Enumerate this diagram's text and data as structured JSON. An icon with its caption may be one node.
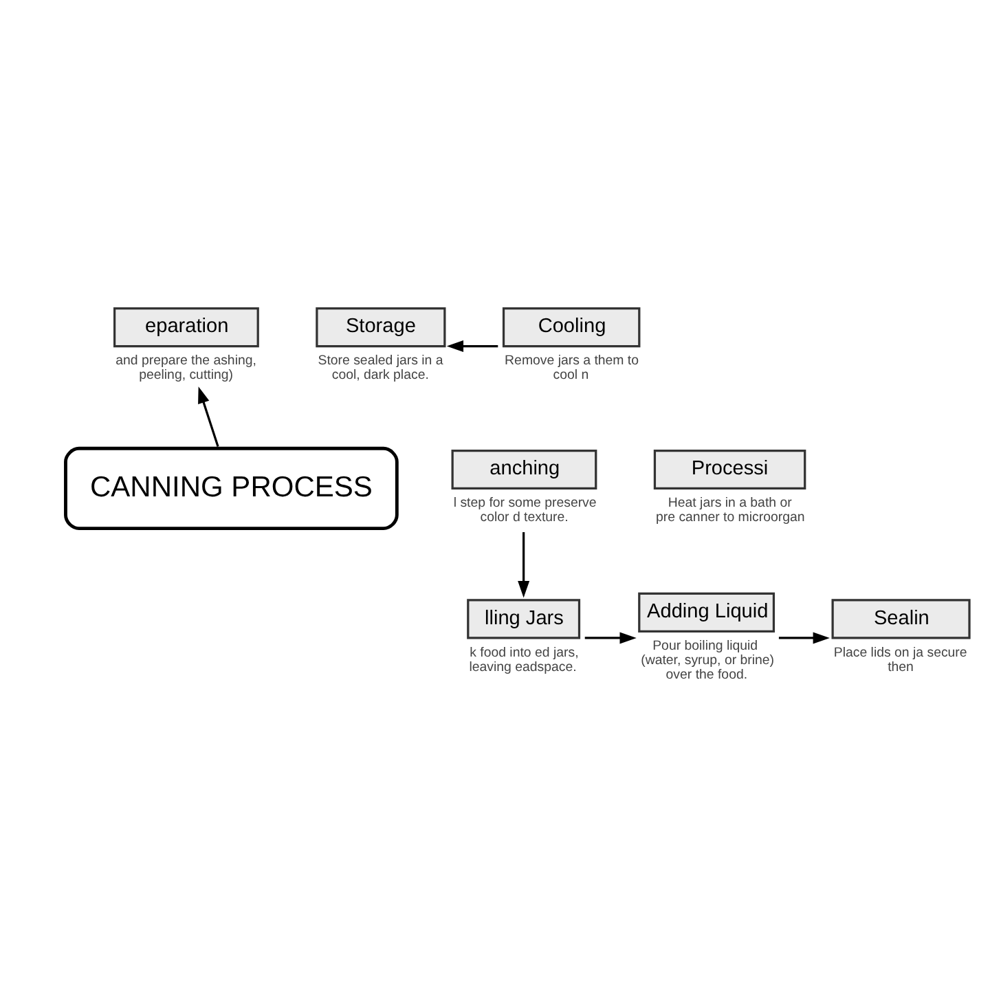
{
  "diagram": {
    "nodes": [
      {
        "text": [
          "eparation"
        ],
        "beside": [
          "and prepare the ashing, peeling, cutting)"
        ]
      },
      {
        "text": [
          "Storage"
        ],
        "beside": [
          "Store sealed jars in a cool, dark place."
        ]
      },
      {
        "text": [
          "Cooling"
        ],
        "beside": [
          "Remove jars a them to cool n"
        ]
      },
      {
        "text": [
          "anching"
        ],
        "beside": [
          "l step for some preserve color d texture."
        ]
      },
      {
        "text": [
          "CANNING PROCESS"
        ]
      },
      {
        "text": [
          "Processi"
        ],
        "beside": [
          "Heat jars in a bath or pre canner to microorgan"
        ]
      },
      {
        "text": [
          "lling Jars"
        ],
        "beside": [
          "k food into ed jars, leaving eadspace."
        ]
      },
      {
        "text": [
          "Adding Liquid"
        ],
        "beside": [
          "Pour boiling liquid (water, syrup, or brine) over the food."
        ]
      },
      {
        "text": [
          "Sealin"
        ],
        "beside": [
          "Place lids on ja secure then"
        ]
      }
    ],
    "edges": [
      {
        "from": 2,
        "to": 1,
        "arrow": "to"
      },
      {
        "from": 4,
        "to": 0,
        "arrow": "to"
      },
      {
        "from": 3,
        "to": 6,
        "arrow": "to"
      },
      {
        "from": 6,
        "to": 7,
        "arrow": "to"
      },
      {
        "from": 7,
        "to": 8,
        "arrow": "to"
      }
    ]
  }
}
